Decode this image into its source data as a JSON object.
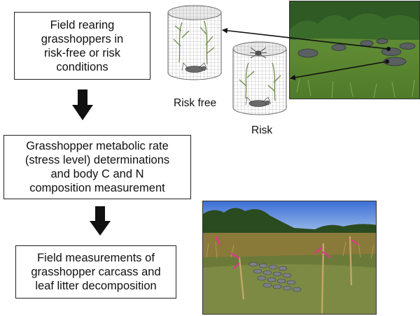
{
  "steps": [
    {
      "text": "Field rearing\ngrasshoppers in\nrisk-free or risk\nconditions"
    },
    {
      "text": "Grasshopper metabolic rate\n(stress level) determinations\nand body C and N\ncomposition measurement"
    },
    {
      "text": "Field measurements of\ngrasshopper carcass and\nleaf litter decomposition"
    }
  ],
  "enclosures": {
    "risk_free_label": "Risk free",
    "risk_label": "Risk"
  },
  "colors": {
    "box_border": "#222222",
    "arrow": "#111111",
    "flag_tape": "#e8319a"
  }
}
